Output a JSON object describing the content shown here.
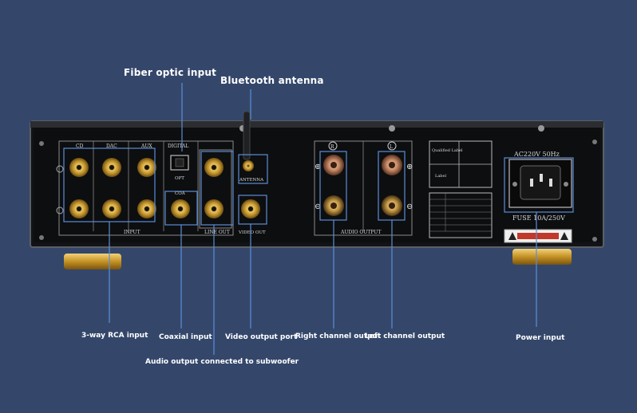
{
  "callouts": {
    "fiber_optic_input": "Fiber optic input",
    "bluetooth_antenna": "Bluetooth antenna",
    "rca_input": "3-way RCA input",
    "coaxial_input": "Coaxial input",
    "video_output_port": "Video output port",
    "right_channel_output": "Right channel output",
    "left_channel_output": "Left channel output",
    "power_input": "Power input",
    "subwoofer_output": "Audio output connected to subwoofer"
  },
  "panel": {
    "cd": "CD",
    "dac": "DAC",
    "aux": "AUX",
    "digital": "DIGITAL",
    "opt": "OPT",
    "coa": "COA",
    "input": "INPUT",
    "line_out": "LINE OUT",
    "antenna": "ANTENNA",
    "video_out": "VIDEO OUT",
    "audio_output": "AUDIO OUTPUT",
    "right_marker": "R",
    "left_marker": "L",
    "qualified_label": "Qualified Label",
    "label": "Label",
    "ac_rating": "AC220V 50Hz",
    "fuse": "FUSE 10A/250V"
  },
  "colors": {
    "background": "#34476b",
    "callout_line": "#5b8ed6",
    "chassis": "#111215",
    "gold": "#c9a23a"
  }
}
